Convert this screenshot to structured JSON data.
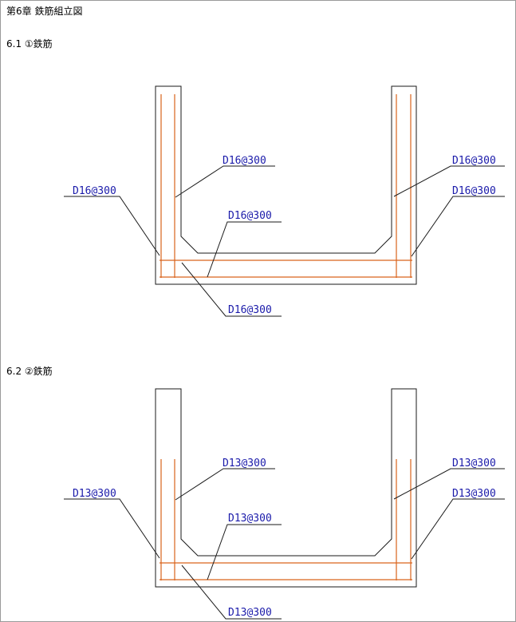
{
  "chapter_title": "第6章 鉄筋組立図",
  "sections": [
    {
      "heading": "6.1 ①鉄筋",
      "labels": {
        "left_wall_inner": "D16@300",
        "left_wall_outer": "D16@300",
        "bottom_upper": "D16@300",
        "bottom_lower": "D16@300",
        "right_wall_inner": "D16@300",
        "right_wall_outer": "D16@300"
      }
    },
    {
      "heading": "6.2 ②鉄筋",
      "labels": {
        "left_wall_inner": "D13@300",
        "left_wall_outer": "D13@300",
        "bottom_upper": "D13@300",
        "bottom_lower": "D13@300",
        "right_wall_inner": "D13@300",
        "right_wall_outer": "D13@300"
      }
    }
  ],
  "colors": {
    "rebar": "#d9631c",
    "label": "#1a1aaa",
    "outline": "#1a1a1a"
  }
}
